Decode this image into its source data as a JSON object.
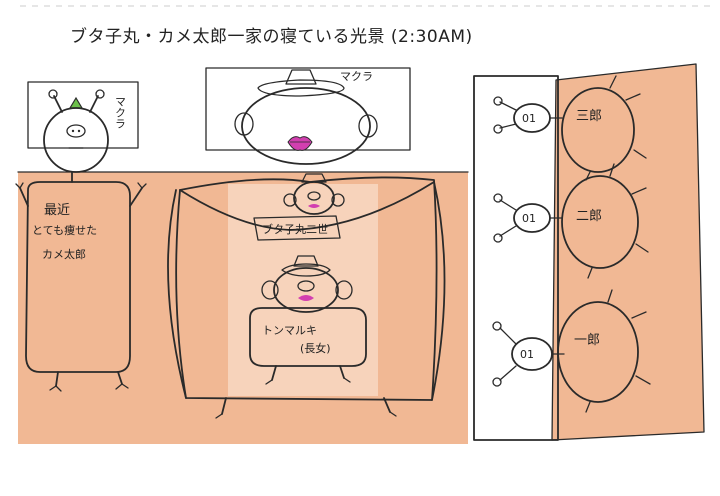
{
  "title": "ブタ子丸・カメ太郎一家の寝ている光景 (2:30AM)",
  "pillow_label_left": "マクラ",
  "pillow_label_center": "マクラ",
  "father_label": [
    "最近",
    "とても痩せた",
    "カメ太郎"
  ],
  "son_nametag": "ブタ子丸二世",
  "daughter_label": [
    "トンマルキ",
    "(長女)"
  ],
  "sons": [
    "三郎",
    "二郎",
    "一郎"
  ],
  "face_mark": "01",
  "colors": {
    "blanket": "#f1b894",
    "blanket_stripe": "#f7d3bb",
    "hat": "#6cc04a",
    "lips": "#d23fb0",
    "pillow": "#ffffff",
    "ink": "#2a2a2a"
  }
}
